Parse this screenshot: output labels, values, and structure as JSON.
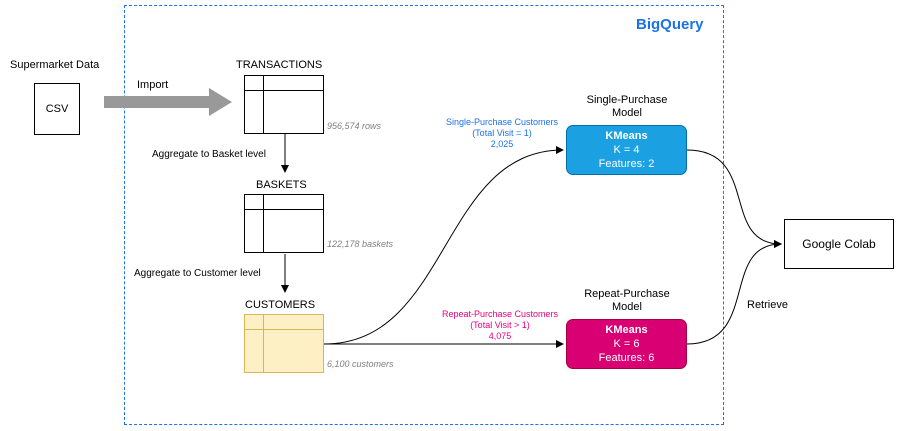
{
  "frame": {
    "label": "BigQuery",
    "color": "#1a73e8"
  },
  "source": {
    "label": "Supermarket Data",
    "file_label": "CSV"
  },
  "import_label": "Import",
  "tables": {
    "transactions": {
      "title": "TRANSACTIONS",
      "count": "956,574 rows"
    },
    "baskets": {
      "title": "BASKETS",
      "count": "122,178 baskets"
    },
    "customers": {
      "title": "CUSTOMERS",
      "count": "6,100 customers",
      "fill": "#fdf0c4",
      "stroke": "#d6b656"
    }
  },
  "steps": {
    "agg_basket": "Aggregate to Basket level",
    "agg_customer": "Aggregate to Customer level"
  },
  "segments": {
    "single": {
      "line1": "Single-Purchase Customers",
      "line2": "(Total Visit = 1)",
      "line3": "2,025",
      "color": "#1a73e8"
    },
    "repeat": {
      "line1": "Repeat-Purchase Customers",
      "line2": "(Total Visit > 1)",
      "line3": "4,075",
      "color": "#e6007e"
    }
  },
  "models": {
    "single": {
      "title1": "Single-Purchase",
      "title2": "Model",
      "algo": "KMeans",
      "k": "K = 4",
      "features": "Features: 2",
      "fill": "#1ba1e2"
    },
    "repeat": {
      "title1": "Repeat-Purchase",
      "title2": "Model",
      "algo": "KMeans",
      "k": "K = 6",
      "features": "Features: 6",
      "fill": "#d80073"
    }
  },
  "destination": {
    "label": "Google Colab"
  },
  "retrieve_label": "Retrieve"
}
